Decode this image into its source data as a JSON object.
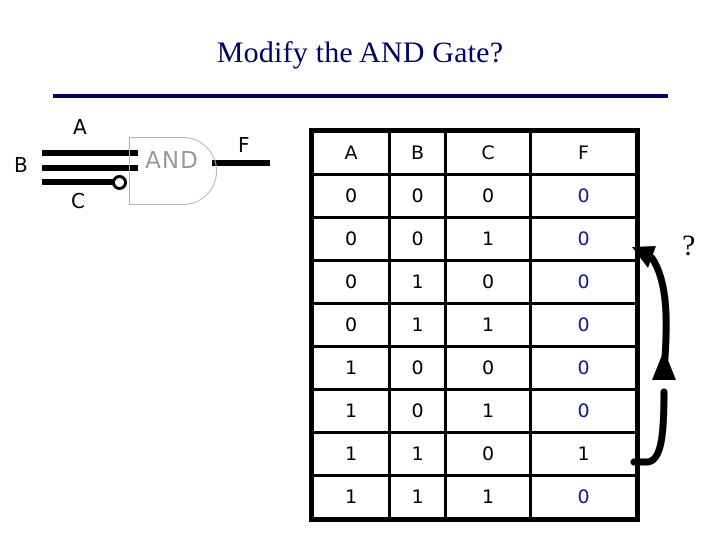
{
  "slide": {
    "title": "Modify the AND Gate?",
    "title_color": "#000066",
    "rule_color": "#000066",
    "background": "#ffffff"
  },
  "gate": {
    "type": "AND",
    "label": "AND",
    "label_color": "#999999",
    "outline_color": "#b4b4b4",
    "wire_color": "#000000",
    "inputs": [
      {
        "name": "A",
        "inverted": false
      },
      {
        "name": "B",
        "inverted": false
      },
      {
        "name": "C",
        "inverted": true
      }
    ],
    "output": {
      "name": "F"
    },
    "input_labels": {
      "a": "A",
      "b": "B",
      "c": "C"
    },
    "output_label": "F"
  },
  "truth_table": {
    "headers": [
      "A",
      "B",
      "C",
      "F"
    ],
    "rows": [
      {
        "a": "0",
        "b": "0",
        "c": "0",
        "f": "0",
        "f_color": "#1a1a8c"
      },
      {
        "a": "0",
        "b": "0",
        "c": "1",
        "f": "0",
        "f_color": "#1a1a8c"
      },
      {
        "a": "0",
        "b": "1",
        "c": "0",
        "f": "0",
        "f_color": "#1a1a8c"
      },
      {
        "a": "0",
        "b": "1",
        "c": "1",
        "f": "0",
        "f_color": "#1a1a8c"
      },
      {
        "a": "1",
        "b": "0",
        "c": "0",
        "f": "0",
        "f_color": "#1a1a8c"
      },
      {
        "a": "1",
        "b": "0",
        "c": "1",
        "f": "0",
        "f_color": "#1a1a8c"
      },
      {
        "a": "1",
        "b": "1",
        "c": "0",
        "f": "1",
        "f_color": "#000000"
      },
      {
        "a": "1",
        "b": "1",
        "c": "1",
        "f": "0",
        "f_color": "#1a1a8c"
      }
    ]
  },
  "annotation": {
    "question_mark": "?",
    "arrow_color": "#000000",
    "arrow_name": "double-headed-curved-arrow"
  }
}
